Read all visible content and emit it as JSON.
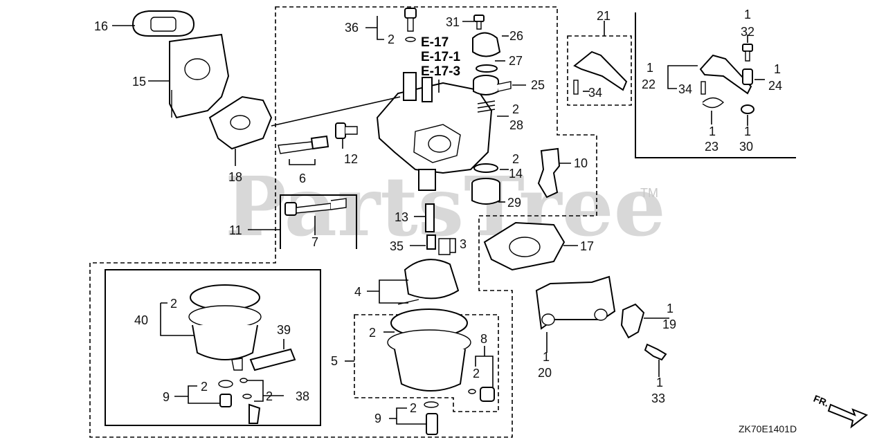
{
  "watermark": {
    "brand": "PartsTree",
    "trademark": "TM"
  },
  "ref_codes": [
    "E-17",
    "E-17-1",
    "E-17-3"
  ],
  "diagram_code": "ZK70E1401D",
  "direction_marker": "FR.",
  "callouts": {
    "n16": "16",
    "n15": "15",
    "n18": "18",
    "n6": "6",
    "n12": "12",
    "n36": "36",
    "n36_qty": "2",
    "n31": "31",
    "n26": "26",
    "n27": "27",
    "n25": "25",
    "n28_qty": "2",
    "n28": "28",
    "n14_qty": "2",
    "n14": "14",
    "n29": "29",
    "n13": "13",
    "n35": "35",
    "n3": "3",
    "n10": "10",
    "n11": "11",
    "n7": "7",
    "n17": "17",
    "n21": "21",
    "n34a": "34",
    "n32_qty": "1",
    "n32": "32",
    "n22_qty": "1",
    "n22": "22",
    "n34b": "34",
    "n24_qty": "1",
    "n24": "24",
    "n23_qty": "1",
    "n23": "23",
    "n30_qty": "1",
    "n30": "30",
    "n40_qty": "2",
    "n40": "40",
    "n39": "39",
    "n9a_qty": "2",
    "n9a": "9",
    "n38_qty": "2",
    "n38": "38",
    "n4": "4",
    "n5_qty": "2",
    "n5": "5",
    "n8": "8",
    "n8_qty": "2",
    "n9b_qty": "2",
    "n9b": "9",
    "n20_qty": "1",
    "n20": "20",
    "n19_qty": "1",
    "n19": "19",
    "n33_qty": "1",
    "n33": "33"
  }
}
